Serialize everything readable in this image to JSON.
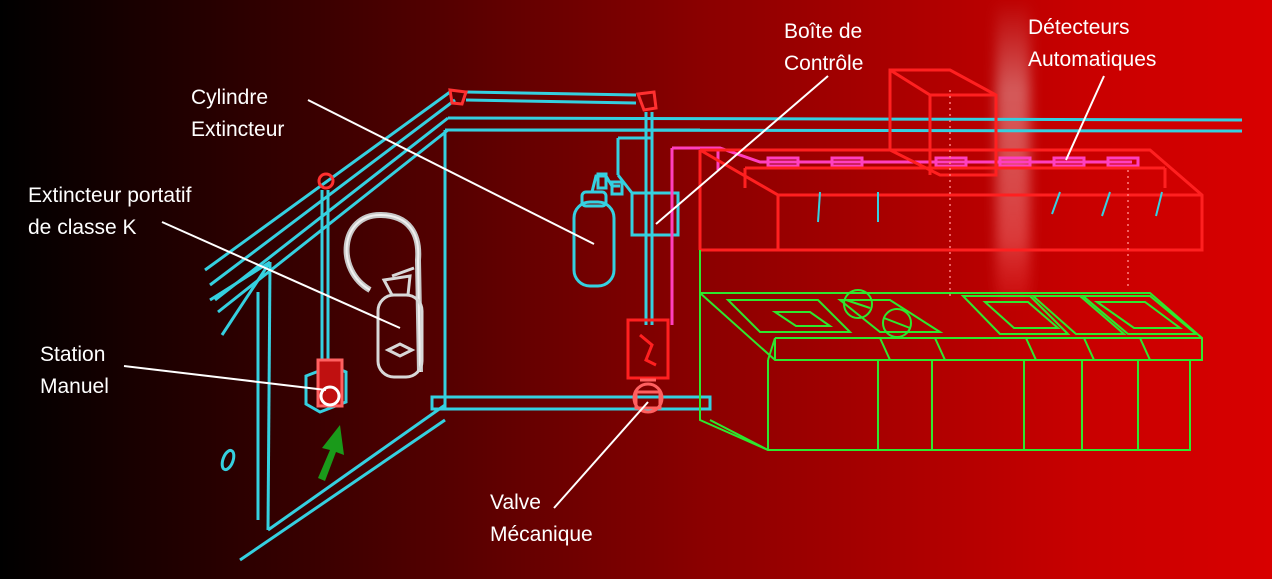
{
  "labels": {
    "cylindre": {
      "line1": "Cylindre",
      "line2": "Extincteur"
    },
    "boite": {
      "line1": "Boîte de",
      "line2": "Contrôle"
    },
    "detecteurs": {
      "line1": "Détecteurs",
      "line2": "Automatiques"
    },
    "portatif": {
      "line1": "Extincteur portatif",
      "line2": "de classe K"
    },
    "station": {
      "line1": "Station",
      "line2": "Manuel"
    },
    "valve": {
      "line1": "Valve",
      "line2": "Mécanique"
    }
  },
  "colors": {
    "background_start": "#000000",
    "background_end": "#d80000",
    "piping": "#35d0e0",
    "detection": "#ff3fbf",
    "hood": "#ff2020",
    "appliances": "#2ee82e",
    "extinguisher": "#d8d8d8",
    "arrow": "#1a9a1a",
    "leader_lines": "#ffffff"
  },
  "icons": [
    "up-arrow-icon",
    "smoke-plume-icon"
  ]
}
